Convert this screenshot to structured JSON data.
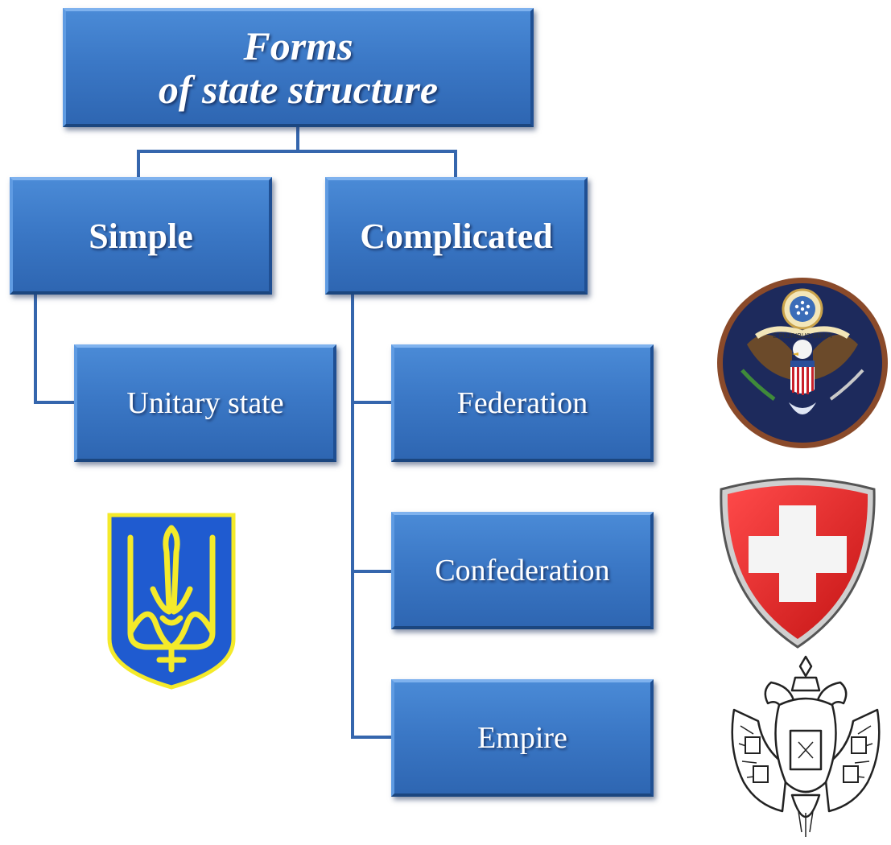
{
  "root": {
    "line1": "Forms",
    "line2": "of state structure"
  },
  "branches": {
    "simple": {
      "label": "Simple",
      "children": [
        "Unitary state"
      ]
    },
    "complicated": {
      "label": "Complicated",
      "children": [
        "Federation",
        "Confederation",
        "Empire"
      ]
    }
  },
  "emblems": {
    "usa_seal": {
      "icon": "usa-seal-icon",
      "motto": "E PLURIBUS UNUM",
      "colors": {
        "ring": "#8a4a2a",
        "field": "#1d2a5c"
      }
    },
    "ukraine": {
      "icon": "ukraine-trident-icon",
      "colors": {
        "field": "#1f5bd0",
        "trident": "#f4ea2a"
      }
    },
    "switzerland": {
      "icon": "swiss-cross-icon",
      "colors": {
        "field": "#e01e1e",
        "cross": "#f4f4f4"
      }
    },
    "russian_empire": {
      "icon": "double-headed-eagle-icon"
    }
  },
  "colors": {
    "box": "#3b78c6",
    "connector": "#3566ad",
    "text": "#ffffff"
  }
}
